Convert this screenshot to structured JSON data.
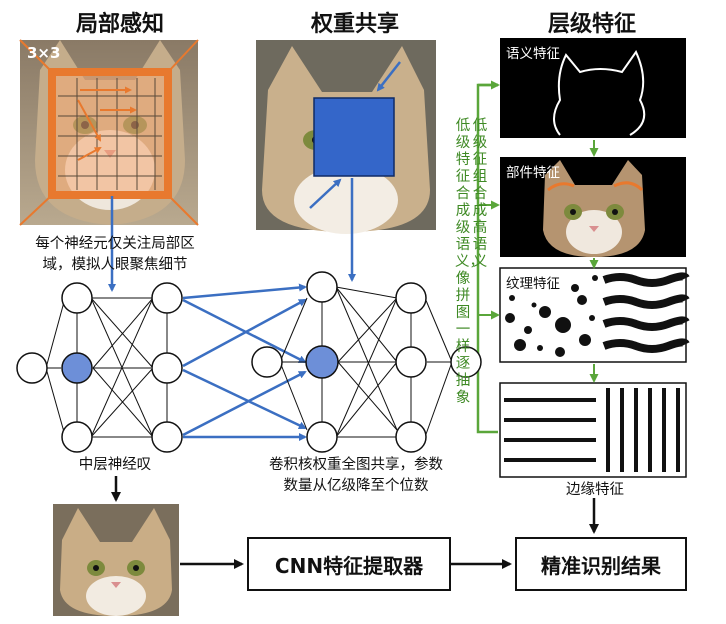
{
  "titles": {
    "local_perception": "局部感知",
    "weight_sharing": "权重共享",
    "hierarchical_features": "层级特征"
  },
  "local_perception": {
    "kernel_size_label": "3×3",
    "caption_line1": "每个神经元仅关注局部区",
    "caption_line2": "域，模拟人眼聚焦细节"
  },
  "network": {
    "left_label": "中层神经叹",
    "right_caption_line1": "卷积核权重全图共享，参数",
    "right_caption_line2": "数量从亿级降至个位数"
  },
  "hierarchy": {
    "semantic_label": "语义特征",
    "parts_label": "部件特征",
    "texture_label": "纹理特征",
    "edge_label": "边缘特征",
    "vertical_text_col1": "低级特征合成级语义，像拼图一样逐抽象",
    "vertical_text_col2": "低级征组合成高语义"
  },
  "bottom": {
    "extractor_label": "CNN特征提取器",
    "result_label": "精准识别结果"
  },
  "colors": {
    "orange": "#e8792e",
    "blue_arrow": "#3b6fc2",
    "blue_node": "#6d8fd8",
    "blue_square": "#3466c9",
    "green_bracket": "#5aa63a"
  }
}
